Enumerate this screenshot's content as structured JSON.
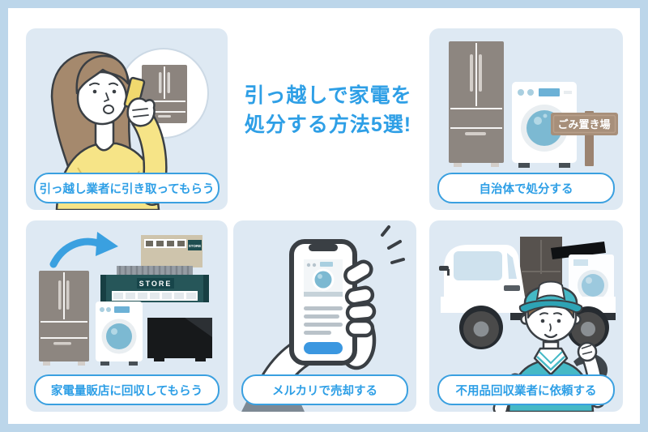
{
  "title": {
    "line1": "引っ越しで家電を",
    "line2": "処分する方法5選!"
  },
  "panels": [
    {
      "id": "mover",
      "label": "引っ越し業者に引き取ってもらう"
    },
    {
      "id": "municipality",
      "label": "自治体で処分する",
      "sign": "ごみ置き場"
    },
    {
      "id": "retailer",
      "label": "家電量販店に回収してもらう",
      "store_sign": "STORE",
      "store_sign_small": "STORE"
    },
    {
      "id": "mercari",
      "label": "メルカリで売却する"
    },
    {
      "id": "junk-service",
      "label": "不用品回収業者に依頼する"
    }
  ],
  "colors": {
    "accent_blue": "#2e9fe6",
    "pill_border_blue": "#3aa0e0",
    "frame_border": "#bcd6ea",
    "panel_background": "#dee9f3",
    "outline_dark": "#3a3f44",
    "appliance_taupe": "#8d8680",
    "washer_door_blue": "#7cb9d2",
    "arrow_blue": "#3aa0e0",
    "store_teal": "#265659",
    "sign_brown": "#a78f7a",
    "worker_shirt_teal": "#45b9c6",
    "sweater_yellow": "#f6e487",
    "app_button_blue": "#3b97e0"
  }
}
